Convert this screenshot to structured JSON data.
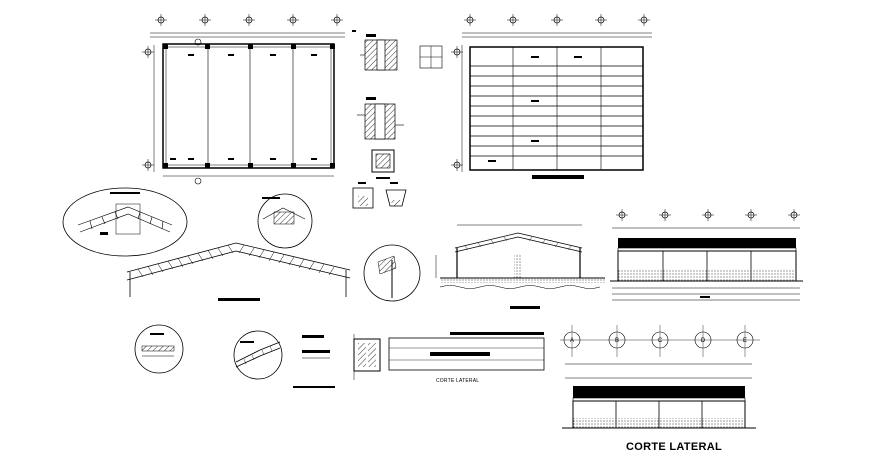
{
  "drawing": {
    "labels": {
      "corte_lateral_small": "CORTE LATERAL",
      "corte_lateral_main": "CORTE LATERAL"
    },
    "grid_axes": [
      "A",
      "B",
      "C",
      "D",
      "E"
    ]
  }
}
